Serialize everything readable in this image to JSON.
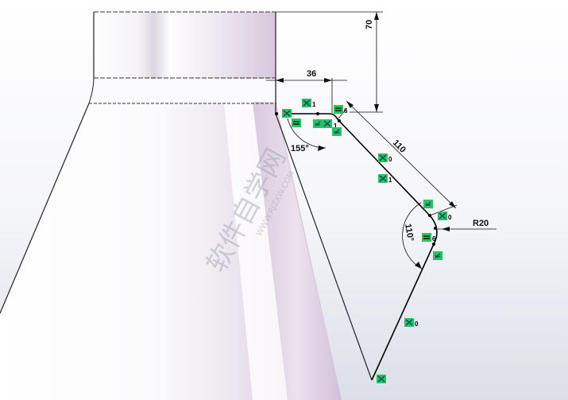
{
  "dimensions": {
    "height_top": "70",
    "width_36": "36",
    "length_110": "110",
    "angle_155": "155°",
    "angle_110": "110°",
    "radius": "R20"
  },
  "relations": {
    "r_a1": "1",
    "r_eq6a": "6",
    "r_b1": "1",
    "r_c0": "0",
    "r_d1": "1",
    "r_e0": "0",
    "r_eq6b": "6",
    "r_f0": "0"
  },
  "watermark": {
    "main": "软件自学网",
    "sub": "WWW.RJZXW.COM"
  },
  "colors": {
    "relation_badge": "#22c55e",
    "model_shade": "#d9c6dd",
    "background": "#eef0f6"
  }
}
